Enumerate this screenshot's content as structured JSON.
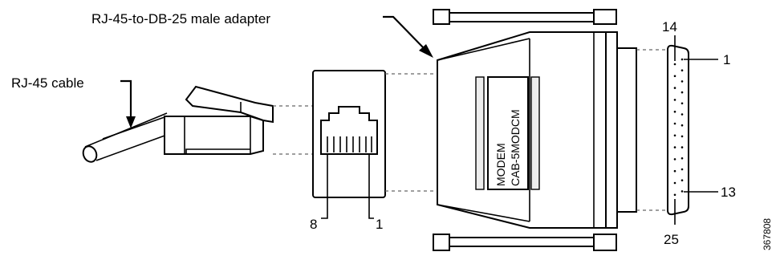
{
  "labels": {
    "adapter_callout": "RJ-45-to-DB-25 male adapter",
    "cable_callout": "RJ-45 cable"
  },
  "adapter_body_text": {
    "line1": "MODEM",
    "line2": "CAB-5MODCM"
  },
  "rj45_jack_pins": {
    "left": "8",
    "right": "1"
  },
  "db25_pins": {
    "top_left": "14",
    "top_right": "1",
    "bottom_right": "13",
    "bottom_left": "25"
  },
  "figure_id": "367808"
}
